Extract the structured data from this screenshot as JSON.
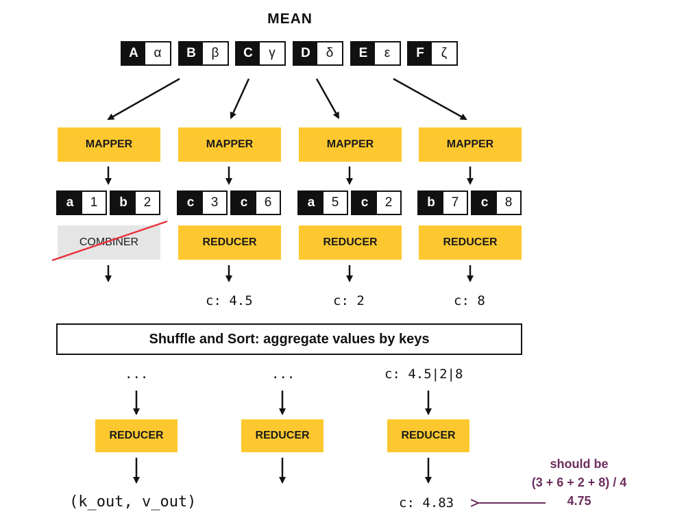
{
  "title": "MEAN",
  "inputs": [
    {
      "key": "A",
      "value": "α"
    },
    {
      "key": "B",
      "value": "β"
    },
    {
      "key": "C",
      "value": "γ"
    },
    {
      "key": "D",
      "value": "δ"
    },
    {
      "key": "E",
      "value": "ε"
    },
    {
      "key": "F",
      "value": "ζ"
    }
  ],
  "mapper_label": "MAPPER",
  "mapper_outputs": [
    [
      {
        "key": "a",
        "value": "1"
      },
      {
        "key": "b",
        "value": "2"
      }
    ],
    [
      {
        "key": "c",
        "value": "3"
      },
      {
        "key": "c",
        "value": "6"
      }
    ],
    [
      {
        "key": "a",
        "value": "5"
      },
      {
        "key": "c",
        "value": "2"
      }
    ],
    [
      {
        "key": "b",
        "value": "7"
      },
      {
        "key": "c",
        "value": "8"
      }
    ]
  ],
  "combiner_label": "COMBINER",
  "reducer_label": "REDUCER",
  "local_results": [
    "c: 4.5",
    "c: 2",
    "c: 8"
  ],
  "shuffle_label": "Shuffle and Sort: aggregate values by keys",
  "shuffle_outputs": [
    "...",
    "...",
    "c: 4.5|2|8"
  ],
  "final_outputs": [
    "(k_out, v_out)",
    "c: 4.83"
  ],
  "note": {
    "line1": "should be",
    "line2": "(3 + 6 + 2 + 8) / 4",
    "line3": "4.75"
  },
  "colors": {
    "yellow": "#fdc82f",
    "gray": "#e5e5e5",
    "strike": "#e8323c",
    "note": "#6b2d5c"
  }
}
